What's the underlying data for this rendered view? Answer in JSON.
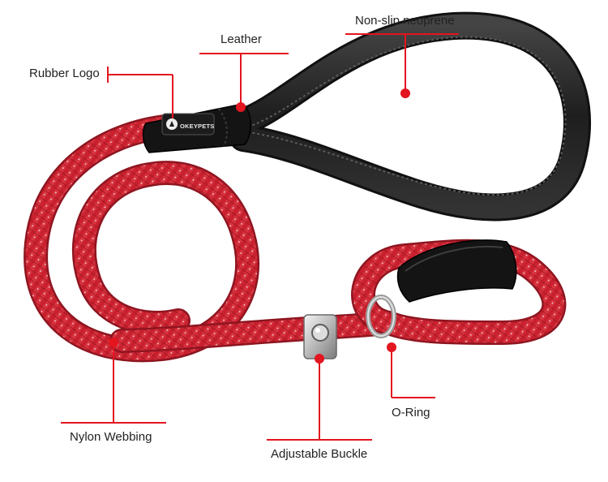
{
  "labels": {
    "neoprene": "Non-slip neoprene",
    "leather": "Leather",
    "rubber_logo": "Rubber Logo",
    "nylon": "Nylon Webbing",
    "buckle": "Adjustable Buckle",
    "o_ring": "O-Ring"
  },
  "logo_text": "OKEYPETS",
  "colors": {
    "rope": "#cc2432",
    "rope_dark": "#8e1520",
    "rope_highlight": "#e8c8cc",
    "handle": "#2a2a2a",
    "leather": "#151515",
    "callout_line": "#e3151f",
    "buckle": "#c9c9c9"
  }
}
